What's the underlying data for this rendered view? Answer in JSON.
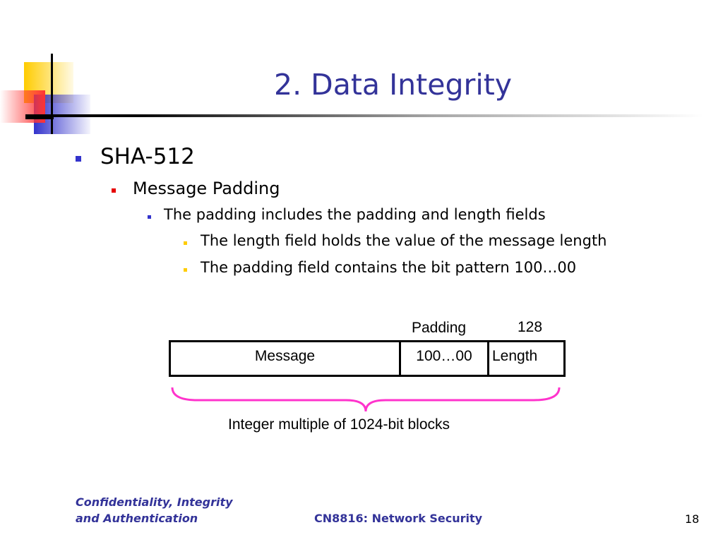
{
  "slide": {
    "title": "2. Data Integrity",
    "bullets": [
      {
        "text": "SHA-512"
      },
      {
        "text": "Message Padding"
      },
      {
        "text": "The padding includes the padding and length fields"
      },
      {
        "text": "The length field holds the value of the message length"
      },
      {
        "text": "The padding field contains the bit pattern 100…00"
      }
    ],
    "colors": {
      "title": "#333399",
      "bullet_level1": "#3333cc",
      "bullet_level2": "#e60000",
      "bullet_level4": "#ffcc00",
      "brace": "#ff33cc"
    }
  },
  "diagram": {
    "padding_label": "Padding",
    "length_bits_label": "128",
    "cells": {
      "message": "Message",
      "padding": "100…00",
      "length": "Length"
    },
    "brace_label": "Integer multiple of 1024-bit  blocks"
  },
  "footer": {
    "left_line1": "Confidentiality, Integrity",
    "left_line2": "and Authentication",
    "center": "CN8816: Network Security",
    "slide_number": "18"
  }
}
